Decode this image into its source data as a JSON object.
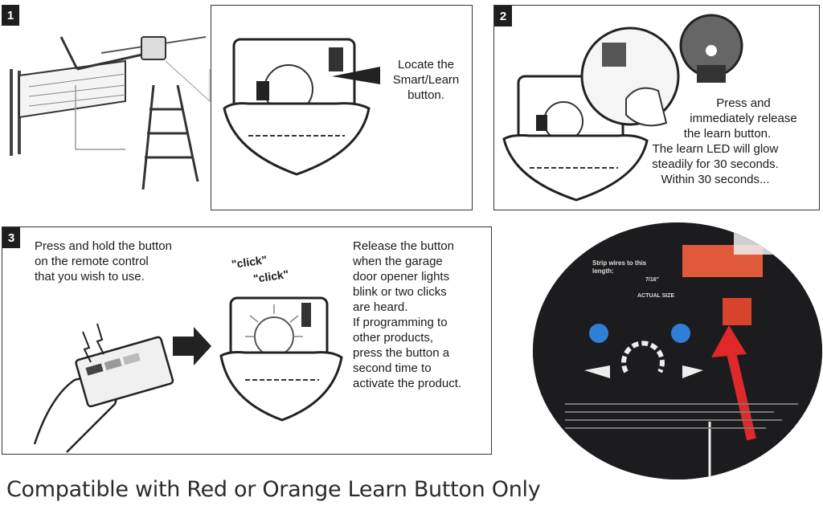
{
  "step1": {
    "number": "1",
    "caption_lines": [
      "Locate the",
      "Smart/Learn",
      "button."
    ]
  },
  "step2": {
    "number": "2",
    "caption_lines": [
      "Press and",
      "immediately release",
      "the learn button.",
      "The learn LED will glow",
      "steadily for 30 seconds.",
      "Within 30 seconds..."
    ]
  },
  "step3": {
    "number": "3",
    "left_caption_lines": [
      "Press and hold the button",
      "on the remote control",
      "that you wish to use."
    ],
    "click_1": "\"click\"",
    "click_2": "\"click\"",
    "right_caption_lines": [
      "Release the button",
      "when the garage",
      "door opener lights",
      "blink or two clicks",
      "are heard.",
      "If programming to",
      "other products,",
      "press the button a",
      "second time to",
      "activate the product."
    ]
  },
  "photo": {
    "label_strip": "Strip wires to this length:",
    "label_size": "7/16\"",
    "label_actual": "ACTUAL SIZE"
  },
  "footer": {
    "text": "Compatible with Red or Orange Learn Button Only"
  },
  "colors": {
    "learn_button_red": "#d8432c",
    "arrow_red": "#e0282a",
    "panel_border": "#333333"
  }
}
